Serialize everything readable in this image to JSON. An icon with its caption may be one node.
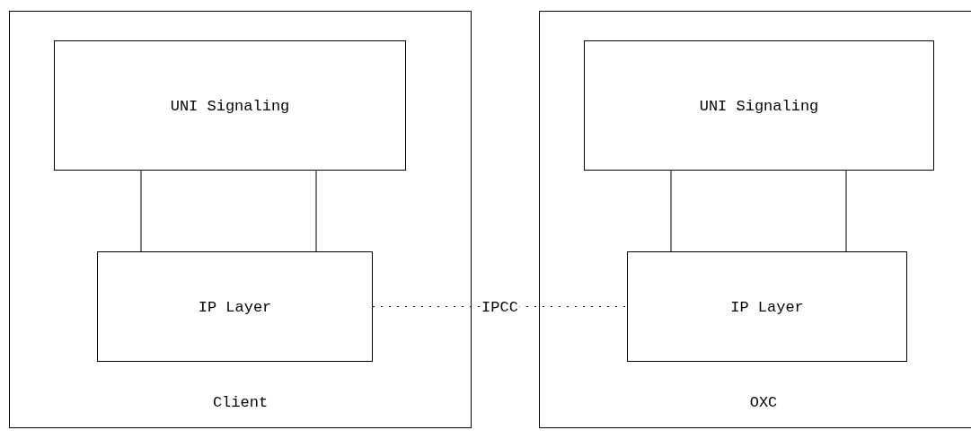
{
  "diagram": {
    "nodes": [
      {
        "text": [
          "Client"
        ]
      },
      {
        "text": [
          "UNI Signaling"
        ],
        "in": 0
      },
      {
        "text": [
          "IP Layer"
        ],
        "in": 0
      },
      {
        "text": [
          "OXC"
        ]
      },
      {
        "text": [
          "UNI Signaling"
        ],
        "in": 3
      },
      {
        "text": [
          "IP Layer"
        ],
        "in": 3
      }
    ],
    "edges": [
      {
        "from": 1,
        "to": 2,
        "arrow": "none"
      },
      {
        "from": 1,
        "to": 2,
        "arrow": "none"
      },
      {
        "from": 4,
        "to": 5,
        "arrow": "none"
      },
      {
        "from": 4,
        "to": 5,
        "arrow": "none"
      },
      {
        "from": 2,
        "to": 5,
        "arrow": "none",
        "label": "IPCC",
        "style": "dashed"
      }
    ]
  }
}
